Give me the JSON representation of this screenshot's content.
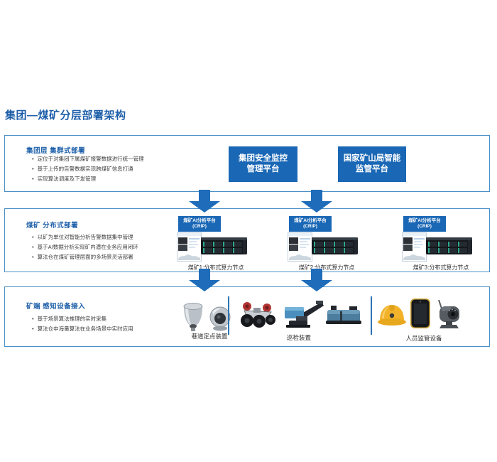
{
  "title": "集团—煤矿分层部署架构",
  "colors": {
    "primary_blue": "#1a67b5",
    "arrow_blue": "#1e6cba",
    "panel_border_blue": "#4a90c8",
    "heading_blue": "#1d5fa9",
    "helmet_yellow": "#f2b32a"
  },
  "group_layer": {
    "heading": "集团层 集群式部署",
    "bullets": [
      "定位于对集团下属煤矿报警数据进行统一管理",
      "基于上传的告警数据实现跨煤矿信息打通",
      "实现算法调度及下发管理"
    ],
    "platforms": [
      {
        "line1": "集团安全监控",
        "line2": "管理平台"
      },
      {
        "line1": "国家矿山局智能",
        "line2": "监管平台"
      }
    ]
  },
  "mine_layer": {
    "heading": "煤矿 分布式部署",
    "bullets": [
      "以矿为单位对智能分析告警数据集中管理",
      "基于AI数据分析实现矿内潜在业务应用闭环",
      "算法仓在煤矿管理层面的多场景灵活部署"
    ],
    "clusters": [
      {
        "label_line1": "煤矿AI分析平台",
        "label_line2": "(CRIP)",
        "caption": "煤矿1:分布式算力节点"
      },
      {
        "label_line1": "煤矿AI分析平台",
        "label_line2": "(CRIP)",
        "caption": "煤矿2:分布式算力节点"
      },
      {
        "label_line1": "煤矿AI分析平台",
        "label_line2": "(CRIP)",
        "caption": "煤矿3:分布式算力节点"
      }
    ]
  },
  "edge_layer": {
    "heading": "矿端 感知设备接入",
    "bullets": [
      "基于场景算法推理的实时采集",
      "算法仓中海量算法在业务场景中实时应用"
    ],
    "device_groups": [
      {
        "caption": "巷道定点装置",
        "devices": [
          "dome-camera-icon",
          "mini-dome-camera-icon"
        ]
      },
      {
        "caption": "巡检装置",
        "devices": [
          "inspection-robot-icon",
          "rail-inspection-device-icon",
          "mining-machine-icon"
        ]
      },
      {
        "caption": "人员监管设备",
        "devices": [
          "safety-helmet-icon",
          "rugged-phone-icon",
          "ip-camera-icon"
        ]
      }
    ]
  }
}
